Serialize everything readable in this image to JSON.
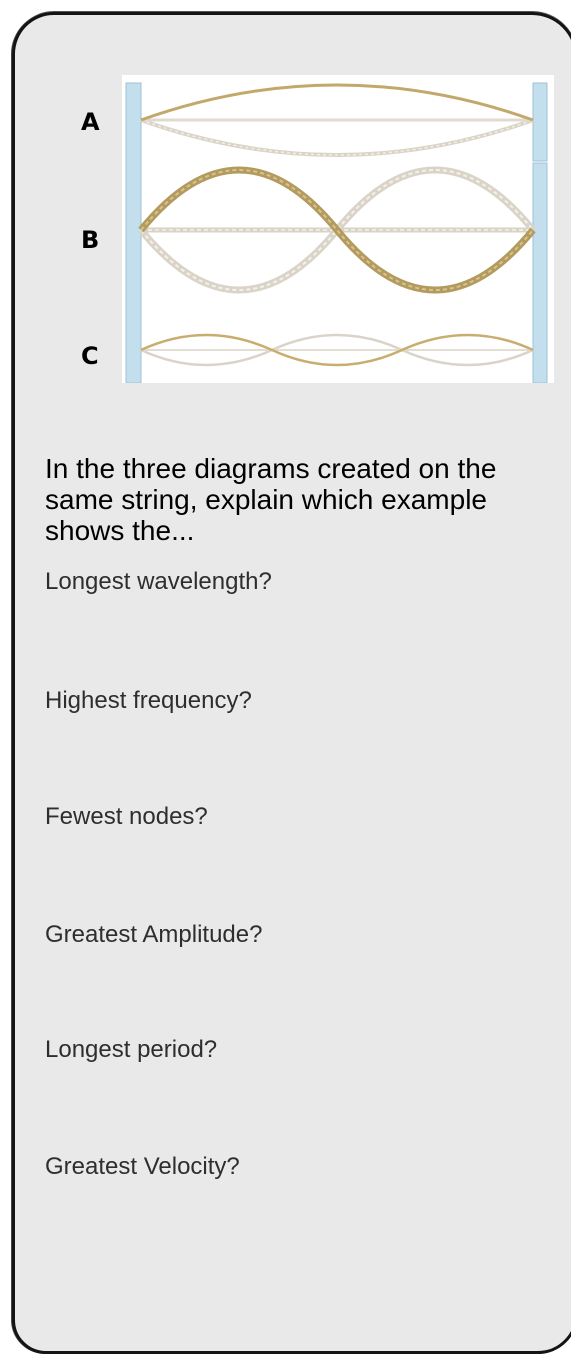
{
  "diagram": {
    "labels": [
      "A",
      "B",
      "C"
    ],
    "colors": {
      "wall": "#c3deec",
      "wall_edge": "#9fc2d6",
      "string_dark": "#b39a5e",
      "string_light": "#dad4c8",
      "string_bright": "#c8ad6e"
    }
  },
  "prompt": "In the three diagrams created on the same string, explain which example shows the...",
  "questions": [
    "Longest wavelength?",
    "Highest frequency?",
    "Fewest nodes?",
    "Greatest Amplitude?",
    "Longest period?",
    "Greatest Velocity?"
  ]
}
